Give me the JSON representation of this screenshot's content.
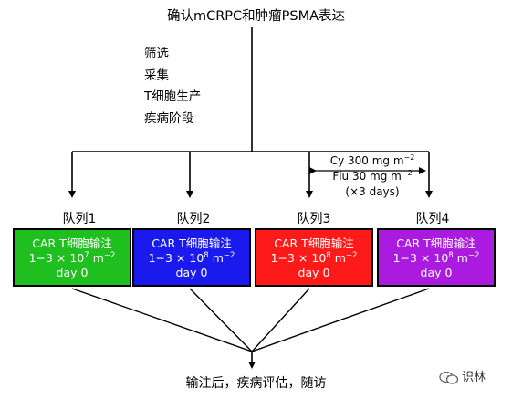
{
  "title": "确认mCRPC和肿瘤PSMA表达",
  "steps": [
    "筛选",
    "采集",
    "T细胞生产",
    "疾病阶段"
  ],
  "chemo": {
    "line1_text": "Cy 300 mg m",
    "line1_exp": "−2",
    "line2_text": "Flu 30 mg m",
    "line2_exp": "−2",
    "line3": "(×3 days)"
  },
  "cohorts": [
    {
      "label": "队列1",
      "infusion": "CAR T细胞输注",
      "dose_prefix": "1−3 × 10",
      "dose_exp": "7",
      "dose_unit": " m",
      "dose_unit_exp": "−2",
      "day": "day 0",
      "color": "#1fbf1f"
    },
    {
      "label": "队列2",
      "infusion": "CAR T细胞输注",
      "dose_prefix": "1−3 × 10",
      "dose_exp": "8",
      "dose_unit": " m",
      "dose_unit_exp": "−2",
      "day": "day 0",
      "color": "#1a1aee"
    },
    {
      "label": "队列3",
      "infusion": "CAR T细胞输注",
      "dose_prefix": "1−3 × 10",
      "dose_exp": "8",
      "dose_unit": " m",
      "dose_unit_exp": "−2",
      "day": "day 0",
      "color": "#ff1a1a"
    },
    {
      "label": "队列4",
      "infusion": "CAR T细胞输注",
      "dose_prefix": "1−3 × 10",
      "dose_exp": "8",
      "dose_unit": " m",
      "dose_unit_exp": "−2",
      "day": "day 0",
      "color": "#aa1adf"
    }
  ],
  "outcome": "输注后，疾病评估，随访",
  "watermark": "识林",
  "colors": {
    "line": "#000000",
    "background": "#ffffff"
  }
}
